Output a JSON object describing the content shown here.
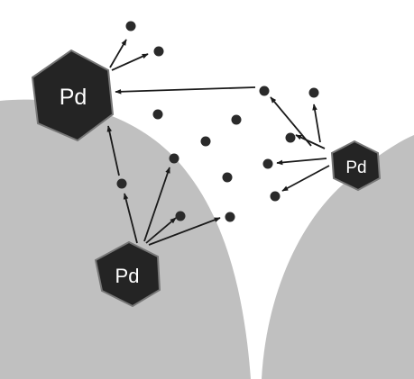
{
  "colors": {
    "background": "#ffffff",
    "support": "#c0c0c0",
    "hexagon": "#242424",
    "hexagon_outline": "#777777",
    "particle": "#2a2a2a",
    "arrow": "#1a1a1a",
    "label": "#ffffff"
  },
  "hexagons": {
    "large": {
      "label": "Pd"
    },
    "medium": {
      "label": "Pd"
    },
    "small": {
      "label": "Pd"
    }
  },
  "icons": {
    "particle": "atom-dot",
    "hexagon": "pd-nanoparticle-hexagon"
  }
}
